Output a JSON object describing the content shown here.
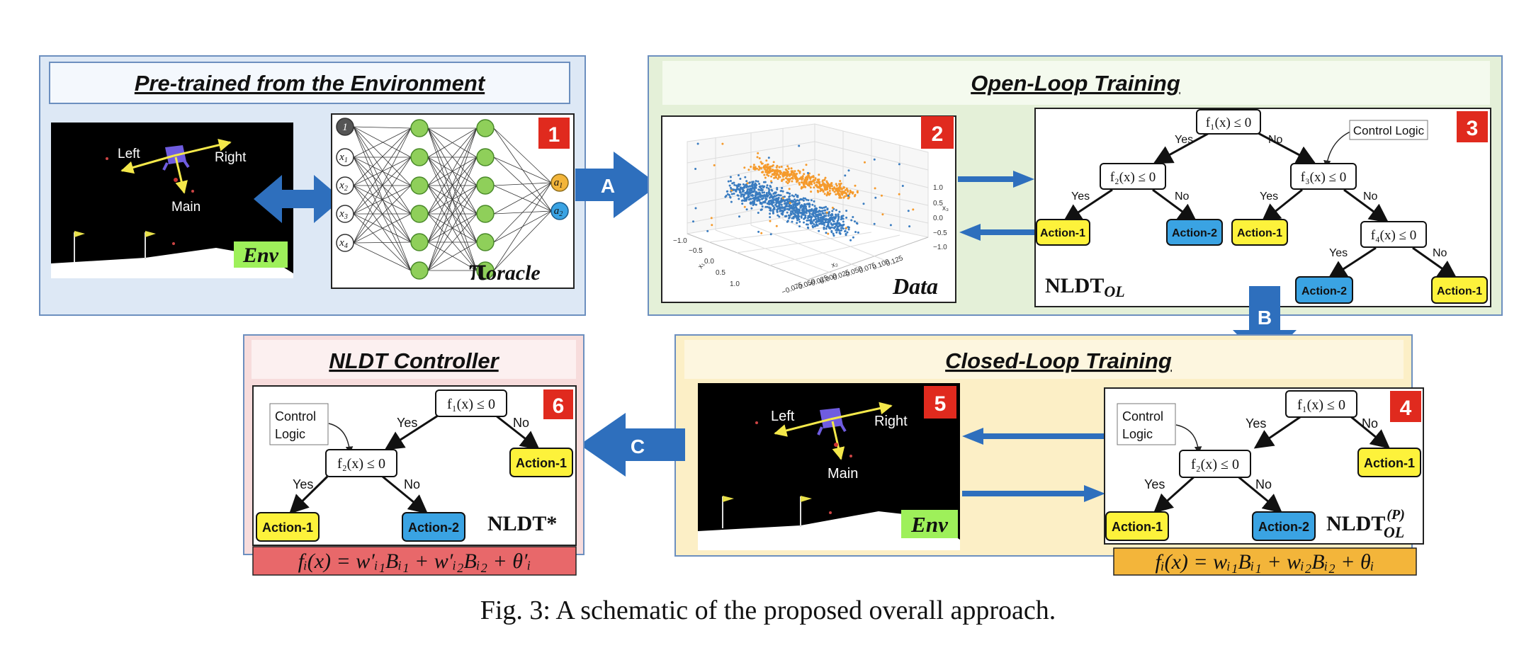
{
  "panels": {
    "pretrained": {
      "title": "Pre-trained from the Environment"
    },
    "openloop": {
      "title": "Open-Loop Training"
    },
    "closedloop": {
      "title": "Closed-Loop Training"
    },
    "controller": {
      "title": "NLDT Controller"
    }
  },
  "badges": {
    "b1": "1",
    "b2": "2",
    "b3": "3",
    "b4": "4",
    "b5": "5",
    "b6": "6"
  },
  "arrows": {
    "a": "A",
    "b": "B",
    "c": "C"
  },
  "env": {
    "left": "Left",
    "right": "Right",
    "main": "Main",
    "label": "Env"
  },
  "network": {
    "in1": "1",
    "in2": "x",
    "in2s": "1",
    "in3": "x",
    "in3s": "2",
    "in4": "x",
    "in4s": "3",
    "in5": "x",
    "in5s": "4",
    "out1": "a",
    "out1s": "1",
    "out2": "a",
    "out2s": "2",
    "label": "π",
    "label_sub": "oracle"
  },
  "data_plot": {
    "label": "Data",
    "x_ticks": [
      "−1.0",
      "−0.5",
      "0.0",
      "0.5",
      "1.0"
    ],
    "x_axis": "x₁",
    "y_ticks": [
      "−0.075",
      "−0.050",
      "−0.025",
      "0.000",
      "0.025",
      "0.050",
      "0.075",
      "0.100",
      "0.125"
    ],
    "y_axis": "x₂",
    "z_ticks": [
      "1.0",
      "0.5",
      "0.0",
      "−0.5",
      "−1.0"
    ],
    "z_axis": "x₃"
  },
  "tree_ol": {
    "n1": "f₁(x) ≤ 0",
    "n2": "f₂(x) ≤ 0",
    "n3": "f₃(x) ≤ 0",
    "n4": "f₄(x) ≤ 0",
    "yes": "Yes",
    "no": "No",
    "leaf1": "Action-1",
    "leaf2": "Action-2",
    "leaf3": "Action-1",
    "leaf4": "Action-2",
    "leaf5": "Action-1",
    "control_logic": "Control Logic",
    "label": "NLDT",
    "label_sub": "OL"
  },
  "tree_cl": {
    "n1": "f₁(x) ≤ 0",
    "n2": "f₂(x) ≤ 0",
    "yes": "Yes",
    "no": "No",
    "leaf_top": "Action-1",
    "leaf1": "Action-1",
    "leaf2": "Action-2",
    "control1": "Control",
    "control2": "Logic",
    "label": "NLDT",
    "label_sup": "(P)",
    "label_sub": "OL",
    "formula": "fᵢ(x) = wᵢ₁Bᵢ₁ + wᵢ₂Bᵢ₂ + θᵢ"
  },
  "tree_final": {
    "n1": "f₁(x) ≤ 0",
    "n2": "f₂(x) ≤ 0",
    "yes": "Yes",
    "no": "No",
    "leaf_top": "Action-1",
    "leaf1": "Action-1",
    "leaf2": "Action-2",
    "control1": "Control",
    "control2": "Logic",
    "label": "NLDT*",
    "formula": "fᵢ(x) = w′ᵢ₁Bᵢ₁ + w′ᵢ₂Bᵢ₂ + θ′ᵢ"
  },
  "caption": "Fig. 3: A schematic of the proposed overall approach.",
  "colors": {
    "panel_blue": "#dde8f5",
    "panel_green": "#e4f0d8",
    "panel_yellow": "#fcefc6",
    "panel_pink": "#f7dcdc",
    "arrow_blue": "#2e6fbd",
    "badge_red": "#e02a1e",
    "leaf_yellow": "#fdf23b",
    "leaf_blue": "#3aa3e3",
    "neuron_green": "#8fcf5a",
    "env_green": "#9ef05a",
    "formula_red": "#e8686a",
    "formula_orange": "#f3b53a",
    "scatter_orange": "#f59a2c",
    "scatter_blue": "#3a7cc0"
  }
}
